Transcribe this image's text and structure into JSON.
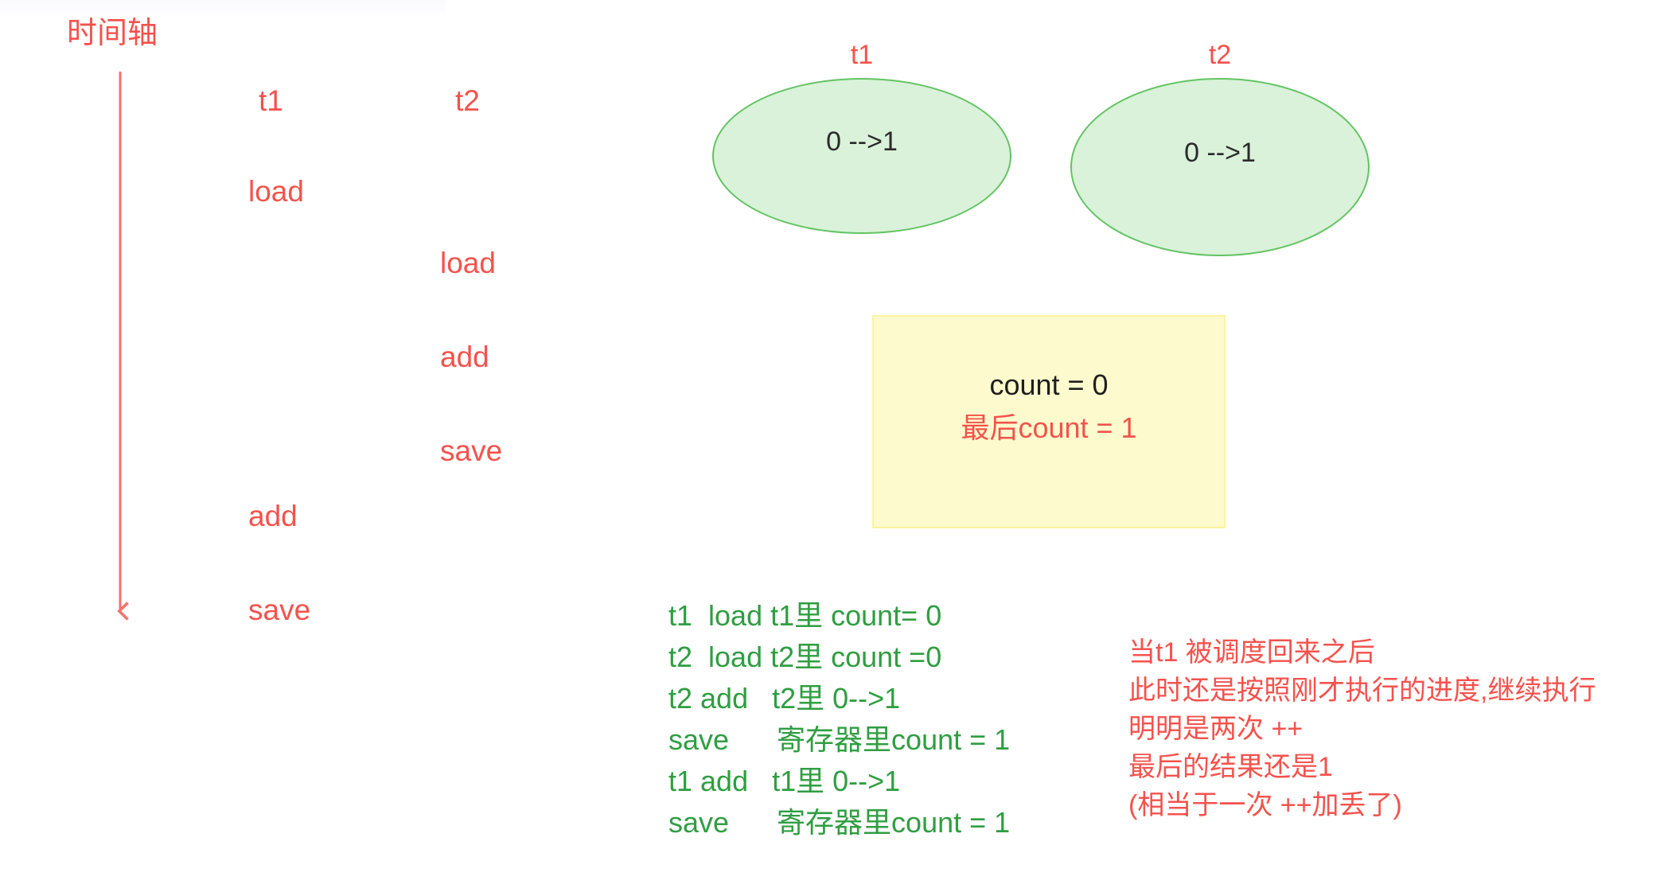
{
  "timeline": {
    "label": "时间轴",
    "axis_icon": "down-arrow-icon"
  },
  "schedule": {
    "columns": [
      {
        "name": "t1",
        "header": "t1"
      },
      {
        "name": "t2",
        "header": "t2"
      }
    ],
    "steps": [
      {
        "thread": "t1",
        "op": "load"
      },
      {
        "thread": "t2",
        "op": "load"
      },
      {
        "thread": "t2",
        "op": "add"
      },
      {
        "thread": "t2",
        "op": "save"
      },
      {
        "thread": "t1",
        "op": "add"
      },
      {
        "thread": "t1",
        "op": "save"
      }
    ]
  },
  "registers": [
    {
      "title": "t1",
      "value": "0 -->1"
    },
    {
      "title": "t2",
      "value": "0 -->1"
    }
  ],
  "note": {
    "initial": "count = 0",
    "final": "最后count = 1"
  },
  "trace": [
    "t1  load t1里 count= 0",
    "t2  load t2里 count =0",
    "t2 add   t2里 0-->1",
    "save      寄存器里count = 1",
    "t1 add   t1里 0-->1",
    "save      寄存器里count = 1"
  ],
  "explanation": [
    "当t1 被调度回来之后",
    "此时还是按照刚才执行的进度,继续执行",
    "明明是两次 ++",
    "最后的结果还是1",
    "(相当于一次 ++加丢了)"
  ],
  "colors": {
    "red": "#f4524d",
    "green_text": "#2f9e41",
    "ellipse_fill": "#d9f2d9",
    "ellipse_border": "#63c363",
    "note_fill": "#fdfbcd",
    "note_border": "#fbf39f",
    "dark_text": "#2b2b2b"
  }
}
